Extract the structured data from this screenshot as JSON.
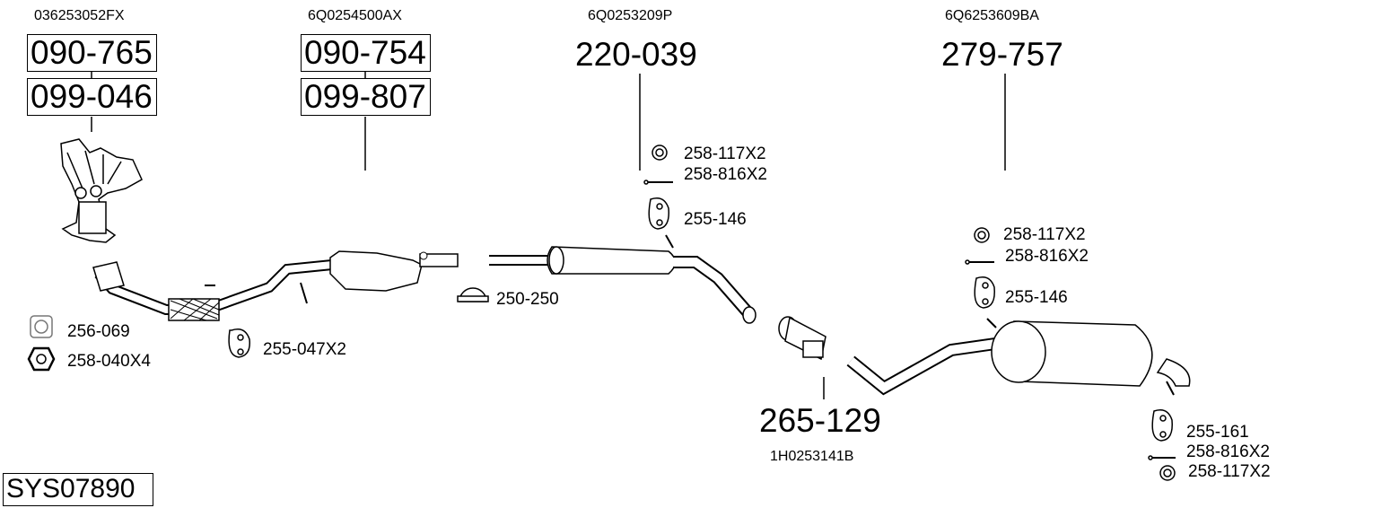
{
  "system_id": "SYS07890",
  "groups": [
    {
      "oe_number": "036253052FX",
      "part_numbers": [
        "090-765",
        "099-046"
      ]
    },
    {
      "oe_number": "6Q0254500AX",
      "part_numbers": [
        "090-754",
        "099-807"
      ]
    },
    {
      "oe_number": "6Q0253209P",
      "part_numbers": [
        "220-039"
      ]
    },
    {
      "oe_number": "6Q6253609BA",
      "part_numbers": [
        "279-757"
      ]
    },
    {
      "oe_number": "1H0253141B",
      "part_numbers": [
        "265-129"
      ]
    }
  ],
  "accessories": {
    "front": [
      "256-069",
      "258-040X4",
      "255-047X2"
    ],
    "clamp": "250-250",
    "middle": [
      "258-117X2",
      "258-816X2",
      "255-146"
    ],
    "rear_top": [
      "258-117X2",
      "258-816X2",
      "255-146"
    ],
    "rear_bottom": [
      "255-161",
      "258-816X2",
      "258-117X2"
    ]
  }
}
